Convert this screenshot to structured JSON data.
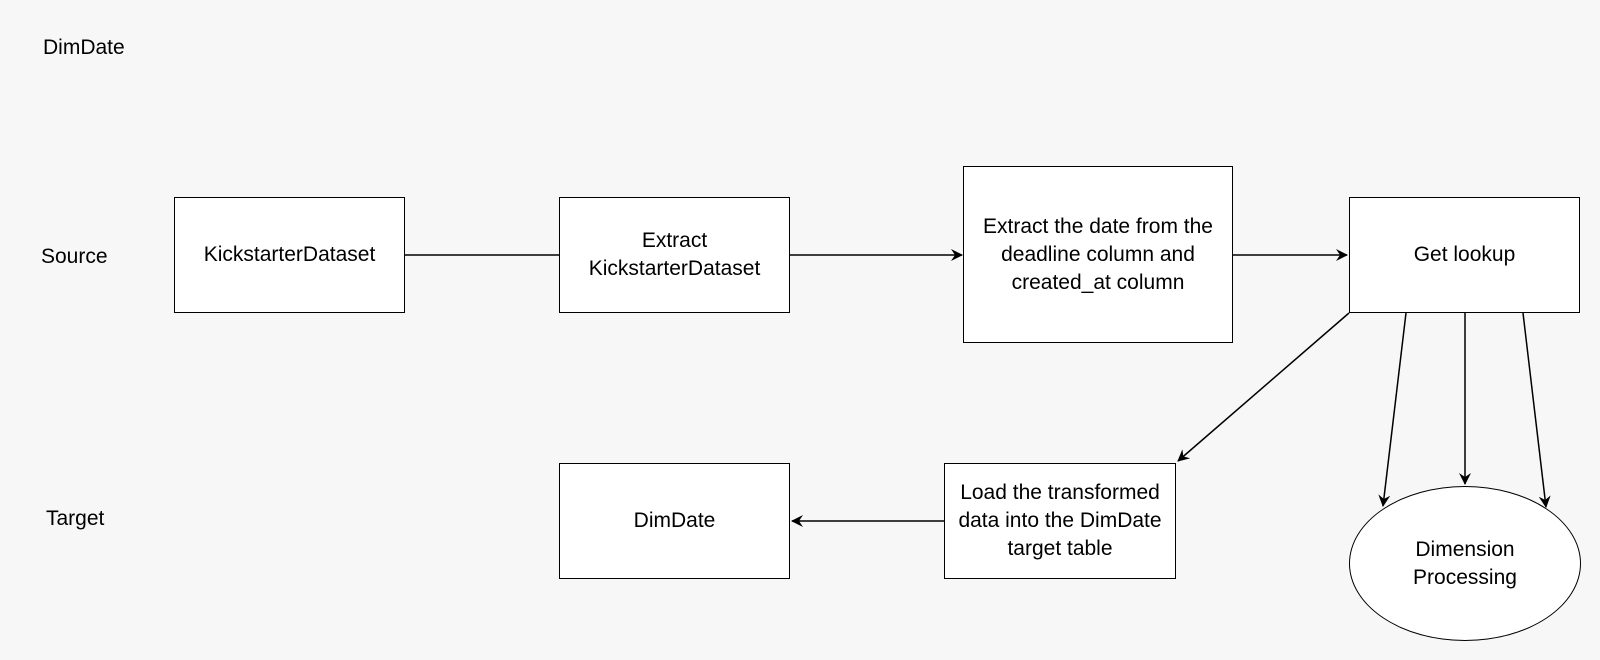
{
  "diagram_title": "DimDate",
  "lanes": {
    "source": "Source",
    "target": "Target"
  },
  "nodes": {
    "kickstarter_dataset": "KickstarterDataset",
    "extract_dataset": "Extract KickstarterDataset",
    "extract_date": "Extract the date from the deadline column and created_at column",
    "get_lookup": "Get lookup",
    "load_transformed": "Load the transformed data into the DimDate target table",
    "dim_date": "DimDate",
    "dimension_processing": "Dimension Processing"
  },
  "edges": [
    {
      "from": "kickstarter_dataset",
      "to": "extract_dataset",
      "arrow": false
    },
    {
      "from": "extract_dataset",
      "to": "extract_date",
      "arrow": true
    },
    {
      "from": "extract_date",
      "to": "get_lookup",
      "arrow": true
    },
    {
      "from": "get_lookup",
      "to": "load_transformed",
      "arrow": true
    },
    {
      "from": "get_lookup",
      "to": "dimension_processing",
      "arrow": true,
      "count": 3
    },
    {
      "from": "load_transformed",
      "to": "dim_date",
      "arrow": true
    }
  ]
}
